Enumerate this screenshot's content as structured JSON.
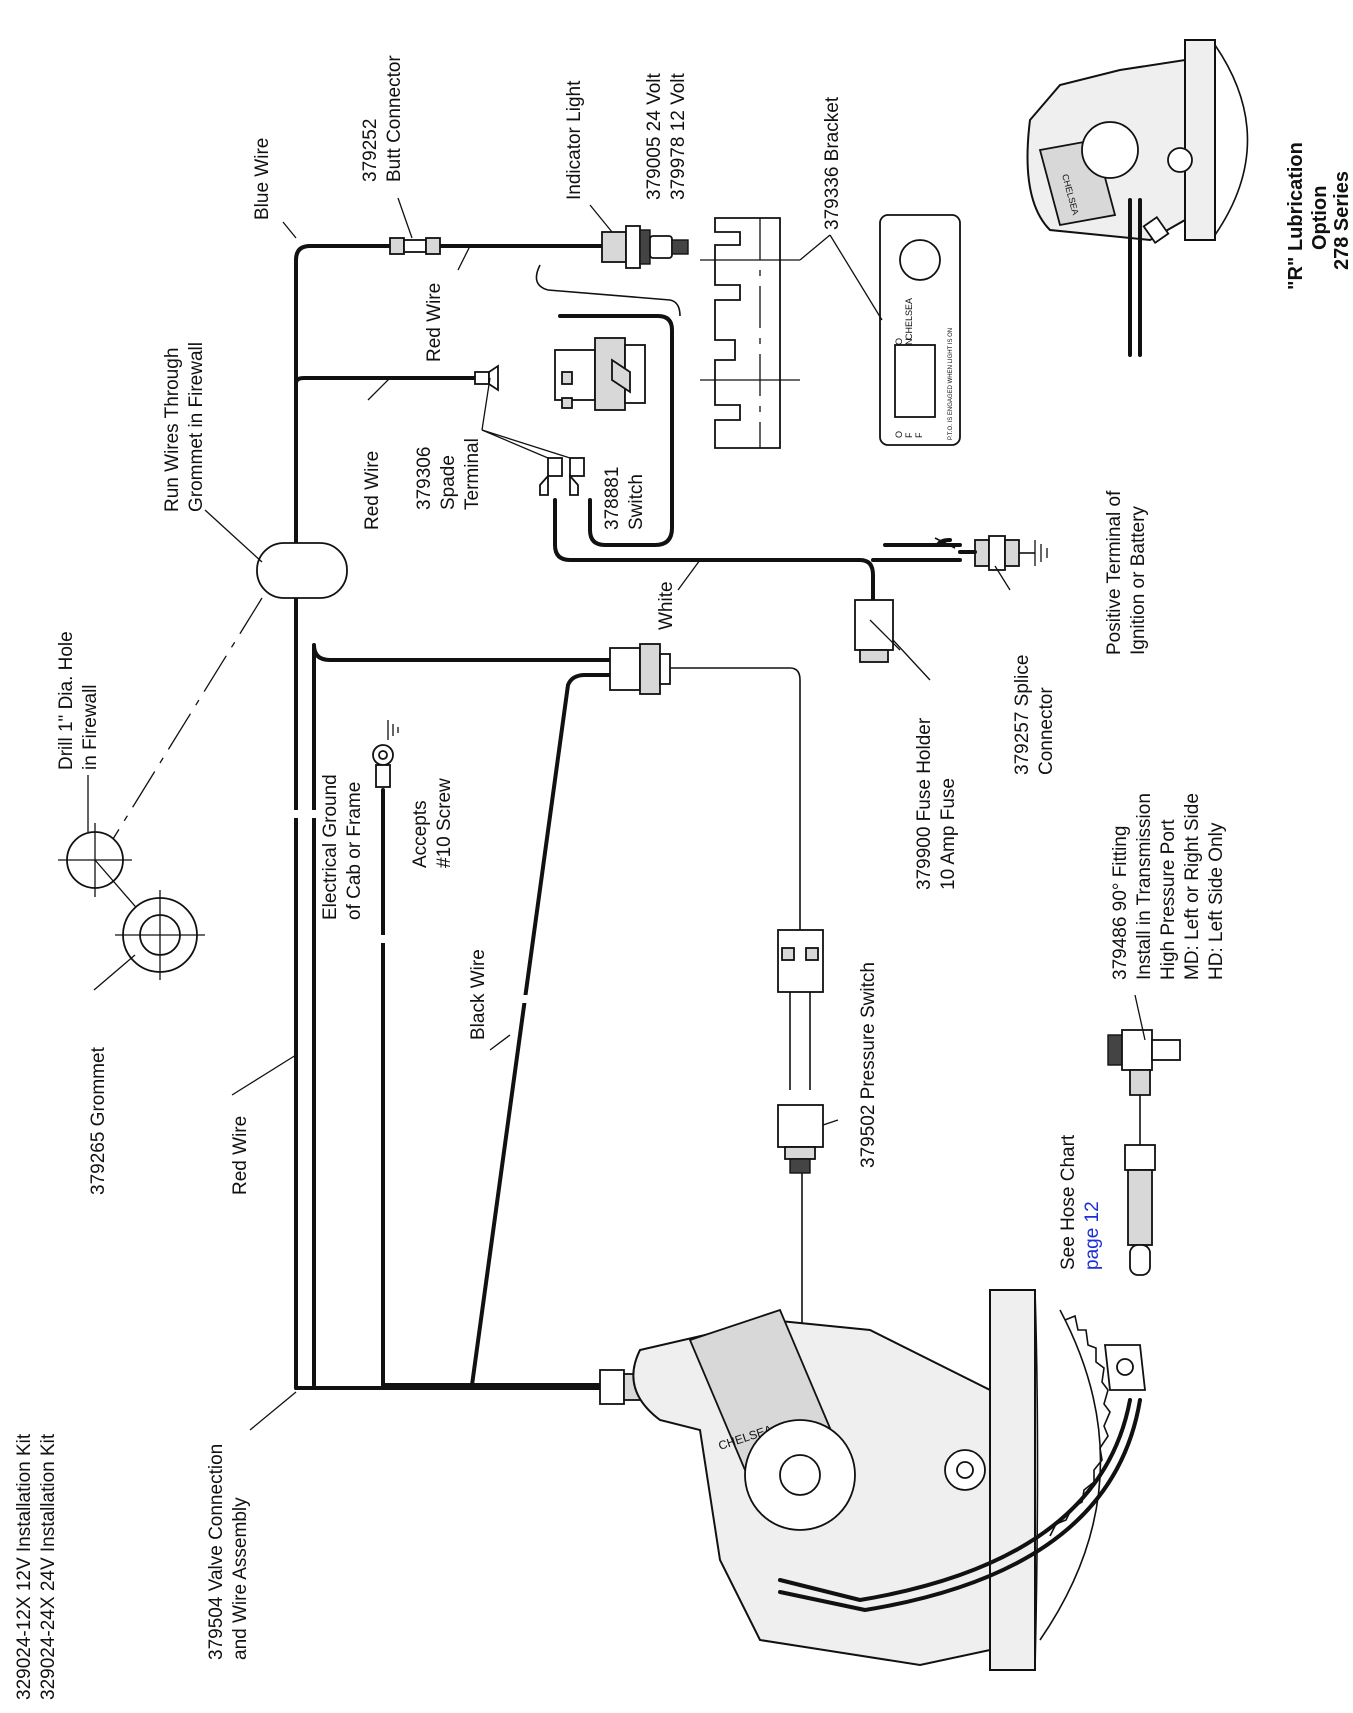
{
  "kit_titles": [
    "329024-12X 12V Installation Kit",
    "329024-24X  24V Installation Kit"
  ],
  "labels": {
    "valve_connection": [
      "379504 Valve Connection",
      "and Wire Assembly"
    ],
    "red_wire_main": "Red Wire",
    "grommet": "379265 Grommet",
    "drill_hole": [
      "Drill 1\" Dia. Hole",
      "in Firewall"
    ],
    "run_wires": [
      "Run Wires Through",
      "Grommet in Firewall"
    ],
    "blue_wire": "Blue Wire",
    "butt_connector": [
      "379252",
      "Butt Connector"
    ],
    "red_wire_upper": "Red Wire",
    "indicator_light": "Indicator Light",
    "light_part_numbers": [
      "379005 24 Volt",
      "379978 12 Volt"
    ],
    "bracket": "379336 Bracket",
    "red_wire_switch": "Red Wire",
    "spade_terminal": [
      "379306",
      "Spade",
      "Terminal"
    ],
    "switch": [
      "378881",
      "Switch"
    ],
    "white_wire": "White",
    "positive_terminal": [
      "Positive Terminal of",
      "Ignition or Battery"
    ],
    "splice_connector": [
      "379257 Splice",
      "Connector"
    ],
    "fuse_holder": [
      "379900 Fuse Holder",
      "10 Amp Fuse"
    ],
    "electrical_ground": [
      "Electrical Ground",
      "of Cab or Frame"
    ],
    "accepts_screw": [
      "Accepts",
      "#10 Screw"
    ],
    "black_wire": "Black Wire",
    "pressure_switch": "379502 Pressure Switch",
    "fitting": [
      "379486 90° Fitting",
      "Install in Transmission",
      "High Pressure Port",
      "MD: Left or Right Side",
      "HD: Left Side Only"
    ],
    "hose_chart": "See Hose Chart",
    "hose_chart_link": "page 12",
    "lubrication_option": [
      "\"R\" Lubrication",
      "Option",
      "278 Series"
    ]
  },
  "panel_plate": {
    "brand": "CHELSEA",
    "pto_engaged": "P.T.O. IS ENGAGED WHEN LIGHT IS ON",
    "off_letters": [
      "O",
      "F",
      "F"
    ],
    "on_letters": [
      "O",
      "N"
    ]
  },
  "pto_logo": "CHELSEA",
  "link_color": "#1a2fd6"
}
